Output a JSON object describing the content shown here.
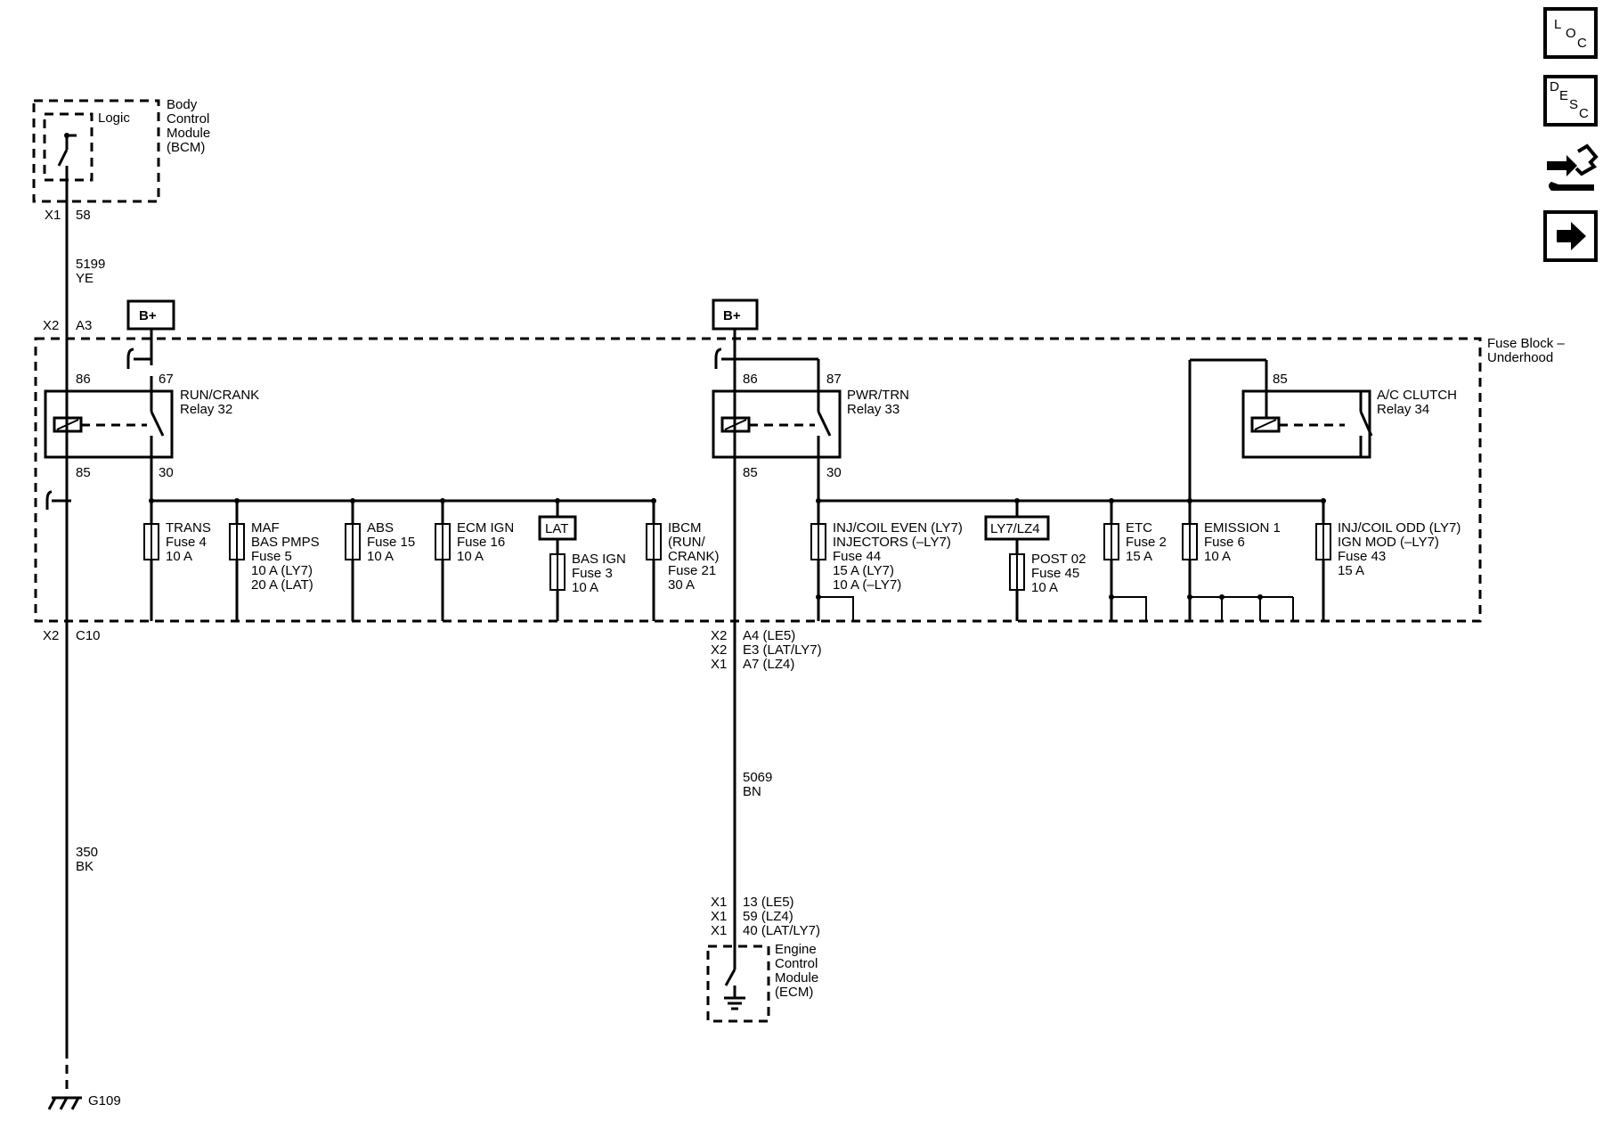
{
  "bcm": {
    "name": [
      "Body",
      "Control",
      "Module",
      "(BCM)"
    ],
    "logic": "Logic",
    "connector": "X1",
    "pin": "58",
    "circuit": "5199",
    "color": "YE"
  },
  "wire_bcm_in": {
    "connector": "X2",
    "pin": "A3"
  },
  "wire_bcm_out": {
    "connector": "X2",
    "pin": "C10",
    "circuit": "350",
    "color": "BK"
  },
  "ground": {
    "label": "G109"
  },
  "bplus": [
    "B+",
    "B+"
  ],
  "fuse_block": {
    "label": [
      "Fuse Block –",
      "Underhood"
    ]
  },
  "relays": {
    "run_crank": {
      "name": [
        "RUN/CRANK",
        "Relay 32"
      ],
      "pins": [
        "86",
        "67",
        "85",
        "30"
      ]
    },
    "pwr_trn": {
      "name": [
        "PWR/TRN",
        "Relay 33"
      ],
      "pins": [
        "86",
        "87",
        "85",
        "30"
      ]
    },
    "ac_clutch": {
      "name": [
        "A/C CLUTCH",
        "Relay 34"
      ],
      "pins": [
        "85"
      ]
    }
  },
  "fuses": [
    [
      "TRANS",
      "Fuse 4",
      "10 A"
    ],
    [
      "MAF",
      "BAS PMPS",
      "Fuse 5",
      "10 A (LY7)",
      "20 A (LAT)"
    ],
    [
      "ABS",
      "Fuse 15",
      "10 A"
    ],
    [
      "ECM IGN",
      "Fuse 16",
      "10 A"
    ],
    [
      "BAS IGN",
      "Fuse 3",
      "10 A"
    ],
    [
      "IBCM",
      "(RUN/",
      "CRANK)",
      "Fuse 21",
      "30 A"
    ],
    [
      "INJ/COIL EVEN (LY7)",
      "INJECTORS (–LY7)",
      "Fuse 44",
      "15 A (LY7)",
      "10 A (–LY7)"
    ],
    [
      "POST 02",
      "Fuse 45",
      "10 A"
    ],
    [
      "ETC",
      "Fuse 2",
      "15 A"
    ],
    [
      "EMISSION 1",
      "Fuse 6",
      "10 A"
    ],
    [
      "INJ/COIL ODD (LY7)",
      "IGN MOD (–LY7)",
      "Fuse 43",
      "15 A"
    ]
  ],
  "option_tags": {
    "lat": "LAT",
    "ly7lz4": "LY7/LZ4"
  },
  "ecm_wire": {
    "top": [
      [
        "X2",
        "A4 (LE5)"
      ],
      [
        "X2",
        "E3 (LAT/LY7)"
      ],
      [
        "X1",
        "A7 (LZ4)"
      ]
    ],
    "circuit": "5069",
    "color": "BN",
    "bottom": [
      [
        "X1",
        "13 (LE5)"
      ],
      [
        "X1",
        "59 (LZ4)"
      ],
      [
        "X1",
        "40 (LAT/LY7)"
      ]
    ]
  },
  "ecm": {
    "name": [
      "Engine",
      "Control",
      "Module",
      "(ECM)"
    ]
  },
  "side_buttons": {
    "loc": [
      "L",
      "O",
      "C"
    ],
    "desc": [
      "D",
      "E",
      "S",
      "C"
    ],
    "connector_icon": "connector-repair-icon",
    "next_icon": "arrow-right-icon"
  }
}
